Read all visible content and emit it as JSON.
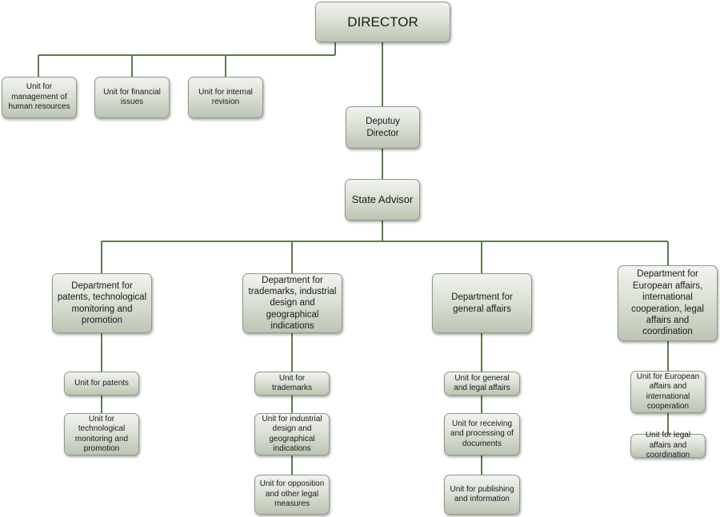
{
  "director": "DIRECTOR",
  "deputy_director": "Deputuy Director",
  "state_advisor": "State Advisor",
  "director_units": [
    "Unit for management of human resources",
    "Unit for financial issues",
    "Unit for internal revision"
  ],
  "departments": [
    {
      "name": "Department for patents, technological monitoring and promotion",
      "units": [
        "Unit for patents",
        "Unit for technological monitoring and promotion"
      ]
    },
    {
      "name": "Department for trademarks, industrial design and geographical indications",
      "units": [
        "Unit for trademarks",
        "Unit for industrial design and geographical indications",
        "Unit for opposition and other legal measures"
      ]
    },
    {
      "name": "Department for general affairs",
      "units": [
        "Unit for general and legal affairs",
        "Unit for receiving and processing of documents",
        "Unit for publishing and information"
      ]
    },
    {
      "name": "Department for European affairs, international cooperation, legal affairs and coordination",
      "units": [
        "Unit for European affairs and international cooperation",
        "Unit for legal affairs and coordination"
      ]
    }
  ],
  "colors": {
    "connector": "#5f7a4f",
    "box_border": "#8e9a86",
    "box_fill_top": "#f1f3ef",
    "box_fill_bottom": "#bcc5b3"
  }
}
